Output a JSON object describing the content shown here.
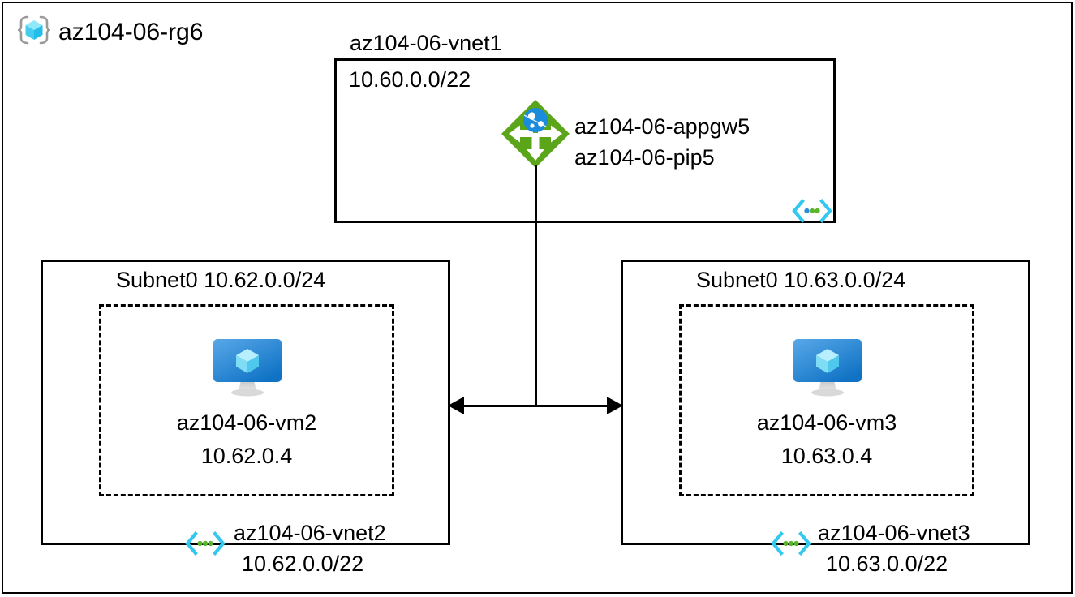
{
  "resource_group": {
    "name": "az104-06-rg6",
    "icon": "resource-group-cube-icon"
  },
  "vnet1": {
    "title": "az104-06-vnet1",
    "cidr": "10.60.0.0/22",
    "icon": "virtual-network-icon",
    "gateway": {
      "icon": "application-gateway-icon",
      "line1": "az104-06-appgw5",
      "line2": "az104-06-pip5"
    }
  },
  "vnet2": {
    "subnet_title": "Subnet0 10.62.0.0/24",
    "vm": {
      "icon": "virtual-machine-icon",
      "name": "az104-06-vm2",
      "ip": "10.62.0.4"
    },
    "footer_icon": "virtual-network-icon",
    "name": "az104-06-vnet2",
    "cidr": "10.62.0.0/22"
  },
  "vnet3": {
    "subnet_title": "Subnet0 10.63.0.0/24",
    "vm": {
      "icon": "virtual-machine-icon",
      "name": "az104-06-vm3",
      "ip": "10.63.0.4"
    },
    "footer_icon": "virtual-network-icon",
    "name": "az104-06-vnet3",
    "cidr": "10.63.0.0/22"
  },
  "connectors": {
    "peering_arrow": "bidirectional-arrow",
    "gateway_drop_line": "vertical-line"
  },
  "colors": {
    "stroke": "#000000",
    "background": "#ffffff",
    "appgw_green": "#59a315",
    "appgw_globe_blue": "#1b8bdb",
    "vnet_cyan": "#32c8f0",
    "vnet_dot_green": "#5ab52a",
    "vnet_dot_blue": "#2b8fd8",
    "vm_monitor_blue_light": "#4fa4e8",
    "vm_monitor_blue_dark": "#0f6cbd",
    "vm_cube_light": "#9fe8fb",
    "vm_cube_mid": "#5ecdf0",
    "rg_bracket_gray": "#9a9a9a",
    "rg_cube_cyan": "#4fd8f5"
  }
}
